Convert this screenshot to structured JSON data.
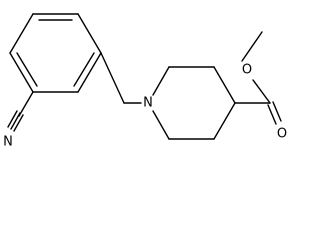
{
  "molecule": {
    "atoms": {
      "nitrile_n": "N",
      "piperidine_n": "N",
      "ester_o_single": "O",
      "ester_o_double": "O"
    }
  },
  "colors": {
    "bond": "#000000",
    "label": "#000000",
    "background": "#ffffff"
  }
}
